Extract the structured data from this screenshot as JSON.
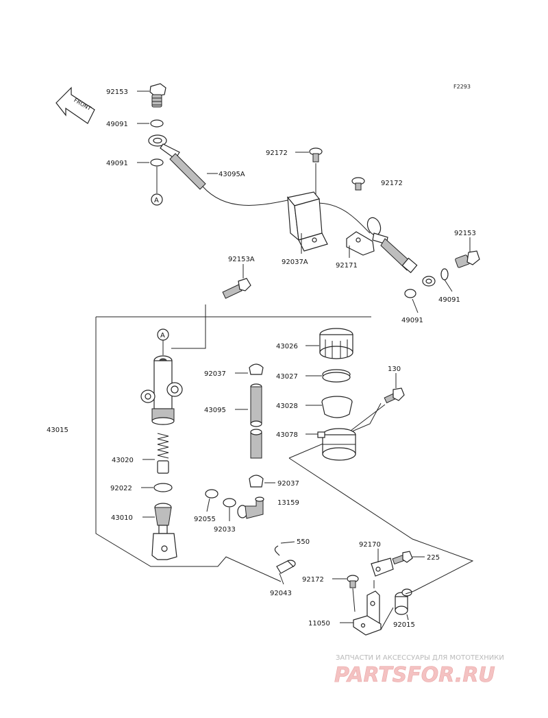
{
  "diagram_code": "F2293",
  "front_label": "FRONT",
  "ref_a": "A",
  "parts": {
    "p92153_top": "92153",
    "p49091_a": "49091",
    "p49091_b": "49091",
    "p43095A": "43095A",
    "p92172_a": "92172",
    "p92172_b": "92172",
    "p92037A": "92037A",
    "p92171": "92171",
    "p92153_right": "92153",
    "p49091_c": "49091",
    "p49091_d": "49091",
    "p92153A": "92153A",
    "p43026": "43026",
    "p92037_a": "92037",
    "p43027": "43027",
    "p43095": "43095",
    "p43028": "43028",
    "p130": "130",
    "p43078": "43078",
    "p43015": "43015",
    "p43020": "43020",
    "p92022": "92022",
    "p92037_b": "92037",
    "p43010": "43010",
    "p92055": "92055",
    "p13159": "13159",
    "p92033": "92033",
    "p550": "550",
    "p92170": "92170",
    "p225": "225",
    "p92172_c": "92172",
    "p92043": "92043",
    "p11050": "11050",
    "p92015": "92015"
  },
  "watermark": {
    "tagline": "ЗАПЧАСТИ И АКСЕССУАРЫ ДЛЯ МОТОТЕХНИКИ",
    "brand": "PARTSFOR.RU"
  }
}
